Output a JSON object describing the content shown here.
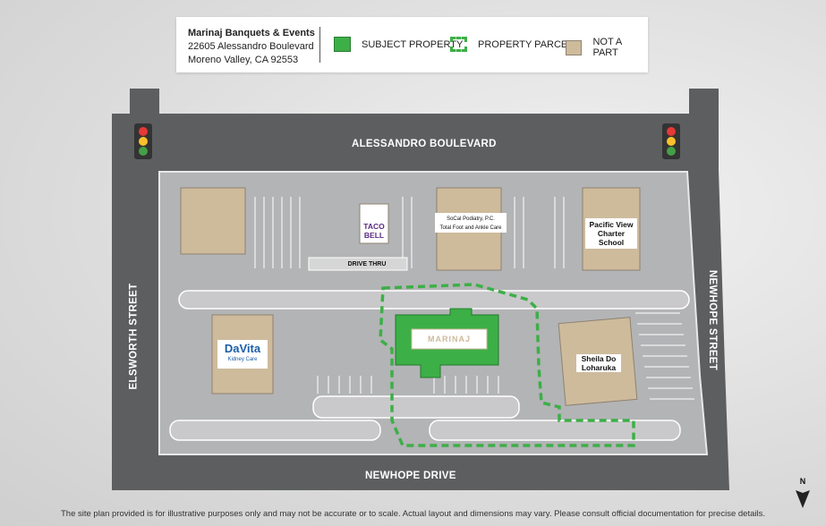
{
  "legend": {
    "venue_name": "Marinaj Banquets & Events",
    "address_line1": "22605 Alessandro Boulevard",
    "address_line2": "Moreno Valley, CA 92553",
    "items": [
      {
        "label": "SUBJECT PROPERTY",
        "color": "#3daf47"
      },
      {
        "label": "PROPERTY PARCEL",
        "color": "#3daf47"
      },
      {
        "label": "NOT A PART",
        "color": "#cdbb9c"
      }
    ]
  },
  "streets": {
    "north": "ALESSANDRO BOULEVARD",
    "west": "ELSWORTH STREET",
    "east": "NEWHOPE STREET",
    "south": "NEWHOPE DRIVE"
  },
  "tenants": {
    "taco_bell": "TACO BELL",
    "drive_thru": "DRIVE THRU",
    "socal_line1": "SoCal Podiatry, P.C.",
    "socal_line2": "Total Foot and Ankle Care",
    "pacific_view": "Pacific View Charter School",
    "davita": "DaVita",
    "davita_sub": "Kidney Care",
    "marinaj_logo": "MARINAJ",
    "sheila": "Sheila Do Loharuka"
  },
  "compass": "N",
  "disclaimer": "The site plan provided is for illustrative purposes only and may not be accurate or to scale. Actual layout and dimensions may vary. Please consult official documentation for precise details.",
  "colors": {
    "road": "#5d5e60",
    "lot": "#b3b4b6",
    "building": "#cdbb9c",
    "subject": "#3daf47"
  }
}
